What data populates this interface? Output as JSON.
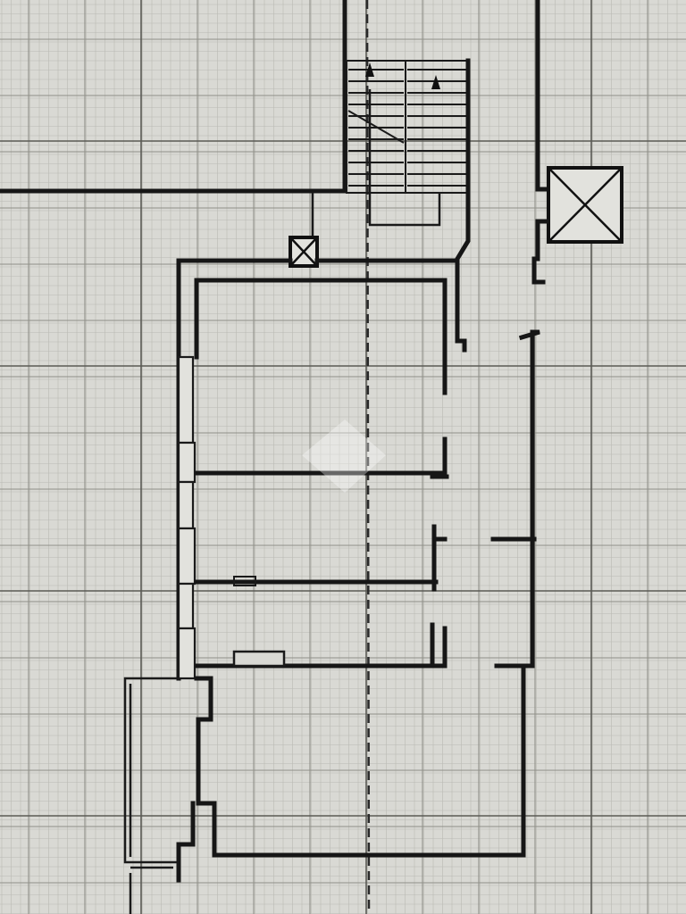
{
  "drawing": {
    "type": "architectural floor plan",
    "background_color": "#d9d9d4",
    "line_color": "#161616",
    "grid_color": "#8f8f88",
    "has_grid": true,
    "has_watermark": true,
    "watermark_icon": "house-diamond-icon",
    "rooms": 4,
    "has_stair": true,
    "shafts": 2
  }
}
